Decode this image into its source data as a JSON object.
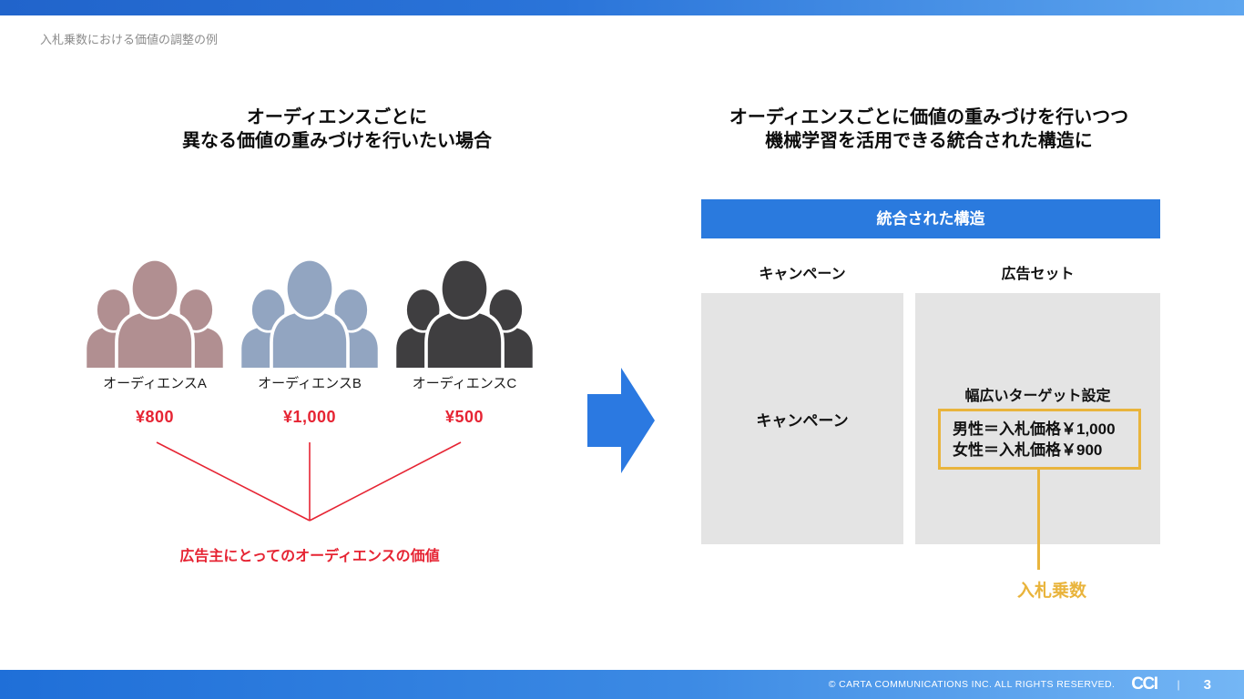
{
  "slide": {
    "title": "入札乗数における価値の調整の例",
    "page_number": "3"
  },
  "left": {
    "heading_line1": "オーディエンスごとに",
    "heading_line2": "異なる価値の重みづけを行いたい場合",
    "audiences": [
      {
        "label": "オーディエンスA",
        "value": "¥800",
        "color": "#b18f91"
      },
      {
        "label": "オーディエンスB",
        "value": "¥1,000",
        "color": "#92a5c1"
      },
      {
        "label": "オーディエンスC",
        "value": "¥500",
        "color": "#3f3e40"
      }
    ],
    "caption": "広告主にとってのオーディエンスの価値"
  },
  "right": {
    "heading_line1": "オーディエンスごとに価値の重みづけを行いつつ",
    "heading_line2": "機械学習を活用できる統合された構造に",
    "header_bar": "統合された構造",
    "columns": [
      {
        "label": "キャンペーン"
      },
      {
        "label": "広告セット"
      }
    ],
    "campaign_box_label": "キャンペーン",
    "adset_box": {
      "title": "幅広いターゲット設定",
      "bid_line1": "男性＝入札価格￥1,000",
      "bid_line2": "女性＝入札価格￥900"
    },
    "callout": "入札乗数"
  },
  "footer": {
    "copyright": "© CARTA COMMUNICATIONS INC.  ALL RIGHTS RESERVED.",
    "logo": "CCI",
    "separator": "|"
  },
  "colors": {
    "accent_blue": "#2a7ade",
    "arrow_blue": "#2b79e1",
    "red": "#e62433",
    "gold": "#e9b43c",
    "box_gray": "#e4e4e4"
  }
}
